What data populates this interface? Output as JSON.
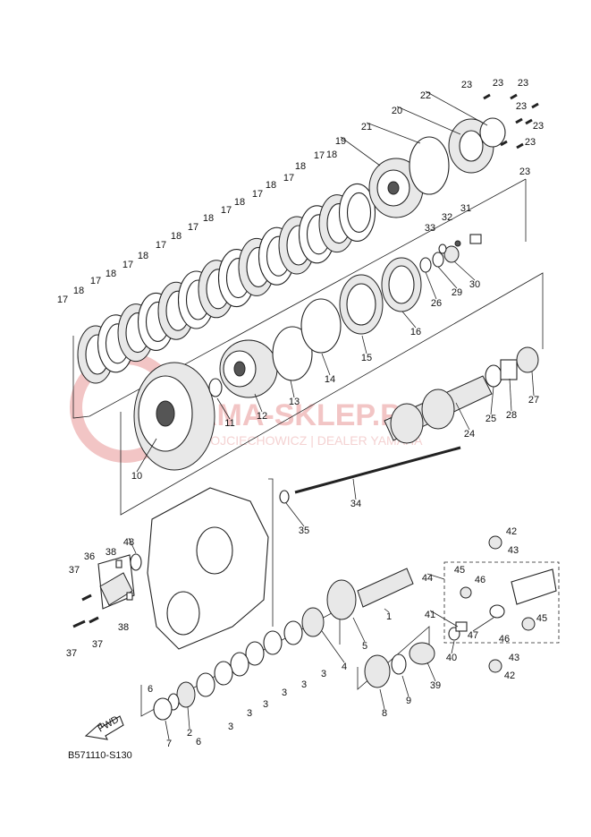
{
  "diagram_code": "B571110-S130",
  "fwd_label": "FWD",
  "watermark": {
    "title": "AMA-SKLEP.PL",
    "subtitle": "WOJCIECHOWICZ | DEALER YAMAHA",
    "color": "#f2c5c5"
  },
  "callouts": [
    "1",
    "2",
    "3",
    "4",
    "5",
    "6",
    "7",
    "8",
    "9",
    "10",
    "11",
    "12",
    "13",
    "14",
    "15",
    "16",
    "17",
    "18",
    "19",
    "20",
    "21",
    "22",
    "23",
    "24",
    "25",
    "26",
    "27",
    "28",
    "29",
    "30",
    "31",
    "32",
    "33",
    "34",
    "35",
    "36",
    "37",
    "38",
    "39",
    "40",
    "41",
    "42",
    "43",
    "44",
    "45",
    "46",
    "47",
    "48"
  ],
  "colors": {
    "line": "#222222",
    "background": "#ffffff"
  }
}
